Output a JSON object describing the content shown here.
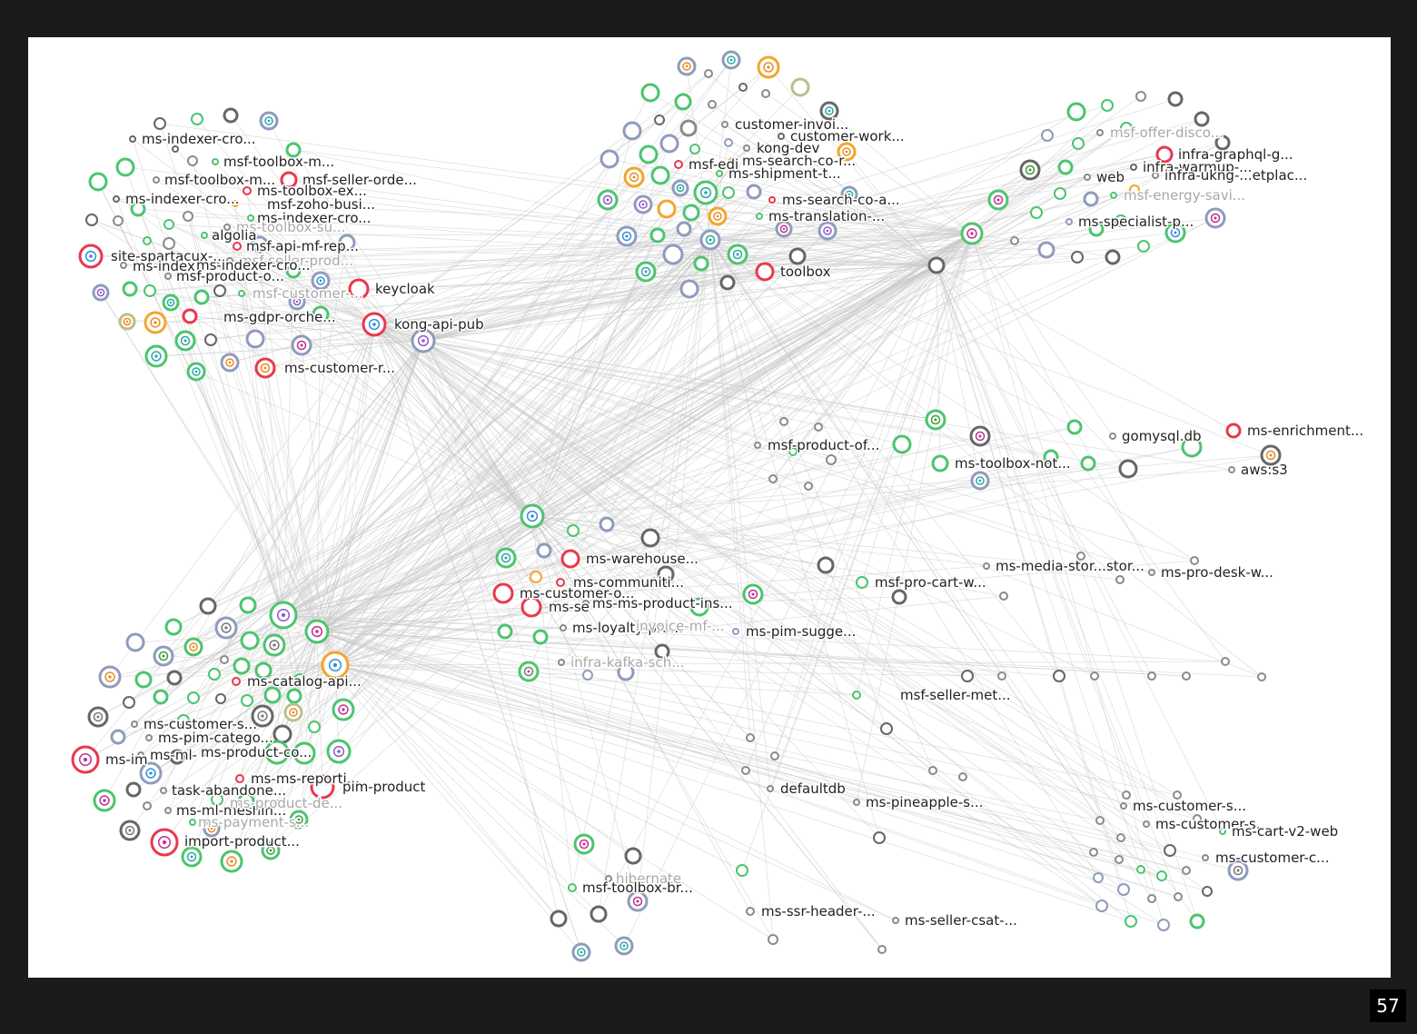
{
  "colors": {
    "background": "#1b1b1b",
    "canvas": "#ffffff",
    "edge": "#c9c9c9",
    "status": {
      "green": "#4cc46f",
      "red": "#e8384f",
      "orange": "#f4a52a",
      "gray": "#8a8a8a",
      "slate": "#8e9bbd",
      "dark": "#666666",
      "olive": "#b9c08a"
    },
    "icon": {
      "blue": "#2f8fd8",
      "teal": "#27a9a4",
      "purple": "#8d5bc6",
      "magenta": "#c0308e",
      "orange": "#ea8a1e",
      "green": "#3a9b3a",
      "gray": "#777777"
    }
  },
  "slide": {
    "number": "57"
  },
  "graph": {
    "nodes": [
      {
        "id": "n1",
        "label": "ms-indexer-cro...",
        "status": "dark"
      },
      {
        "id": "n2",
        "label": "msf-toolbox-m...",
        "status": "green"
      },
      {
        "id": "n3",
        "label": "msf-toolbox-m...",
        "status": "gray"
      },
      {
        "id": "n4",
        "label": "msf-seller-orde...",
        "status": "red"
      },
      {
        "id": "n5",
        "label": "ms-indexer-cro...",
        "status": "dark"
      },
      {
        "id": "n6",
        "label": "ms-toolbox-ex...",
        "status": "red"
      },
      {
        "id": "n7",
        "label": "msf-zoho-busi...",
        "status": "orange"
      },
      {
        "id": "n8",
        "label": "ms-indexer-cro...",
        "status": "green"
      },
      {
        "id": "n9",
        "label": "ms-toolbox-su...",
        "status": "gray",
        "faded": true
      },
      {
        "id": "n10",
        "label": "algolia",
        "status": "green"
      },
      {
        "id": "n11",
        "label": "msf-api-mf-rep...",
        "status": "red"
      },
      {
        "id": "n12",
        "label": "site-spartacux-...",
        "status": "red",
        "icon": "web-icon",
        "icon_color": "blue"
      },
      {
        "id": "n13",
        "label": "msf-seller-prod...",
        "status": "gray",
        "faded": true
      },
      {
        "id": "n14",
        "label": "ms-indexer-cro...",
        "status": "green"
      },
      {
        "id": "n15",
        "label": "ms-index",
        "status": "gray"
      },
      {
        "id": "n16",
        "label": "msf-product-o...",
        "status": "gray"
      },
      {
        "id": "n17",
        "label": "msf-customer-...",
        "status": "green",
        "faded": true
      },
      {
        "id": "n18",
        "label": "keycloak",
        "status": "red"
      },
      {
        "id": "n19",
        "label": "ms-gdpr-orche...",
        "status": "red"
      },
      {
        "id": "n20",
        "label": "kong-api-pub",
        "status": "red",
        "icon": "globe-icon",
        "icon_color": "blue"
      },
      {
        "id": "n21",
        "label": "",
        "status": "slate",
        "icon": "globe-icon",
        "icon_color": "purple"
      },
      {
        "id": "n22",
        "label": "ms-customer-r...",
        "status": "red",
        "icon": "service-icon",
        "icon_color": "orange"
      },
      {
        "id": "n23",
        "label": "customer-invoi...",
        "status": "gray"
      },
      {
        "id": "n24",
        "label": "customer-work...",
        "status": "dark"
      },
      {
        "id": "n25",
        "label": "kong-dev",
        "status": "gray"
      },
      {
        "id": "n26",
        "label": "msf-edi",
        "status": "red"
      },
      {
        "id": "n27",
        "label": "ms-search-co-r...",
        "status": "orange"
      },
      {
        "id": "n28",
        "label": "ms-shipment-t...",
        "status": "green"
      },
      {
        "id": "n29",
        "label": "ms-search-co-a...",
        "status": "red"
      },
      {
        "id": "n30",
        "label": "ms-translation-...",
        "status": "green"
      },
      {
        "id": "n31",
        "label": "toolbox",
        "status": "red"
      },
      {
        "id": "n32",
        "label": "msf-offer-disco...",
        "status": "gray",
        "faded": true
      },
      {
        "id": "n33",
        "label": "infra-graphql-g...",
        "status": "red"
      },
      {
        "id": "n34",
        "label": "infra-warmup-...",
        "status": "dark"
      },
      {
        "id": "n35",
        "label": "web",
        "status": "gray"
      },
      {
        "id": "n36",
        "label": "infra-ukng-...etplac...",
        "status": "gray"
      },
      {
        "id": "n37",
        "label": "msf-energy-savi...",
        "status": "green",
        "faded": true
      },
      {
        "id": "n38",
        "label": "ms-specialist-p...",
        "status": "slate"
      },
      {
        "id": "n39",
        "label": "msf-product-of...",
        "status": "gray"
      },
      {
        "id": "n40",
        "label": "gomysql.db",
        "status": "gray"
      },
      {
        "id": "n41",
        "label": "ms-enrichment...",
        "status": "red"
      },
      {
        "id": "n42",
        "label": "aws:s3",
        "status": "gray"
      },
      {
        "id": "n43",
        "label": "ms-toolbox-not...",
        "status": "green"
      },
      {
        "id": "n44",
        "label": "ms-warehouse...",
        "status": "red"
      },
      {
        "id": "n45",
        "label": "ms-communiti...",
        "status": "red"
      },
      {
        "id": "n46",
        "label": "ms-customer-o...",
        "status": "red"
      },
      {
        "id": "n47",
        "label": "ms-se",
        "status": "red"
      },
      {
        "id": "n48",
        "label": "ms-ms-product-ins...",
        "status": "gray"
      },
      {
        "id": "n49",
        "label": "ms-loyalty-pro...",
        "status": "gray"
      },
      {
        "id": "n50",
        "label": "invoice-mf-...",
        "status": "gray",
        "faded": true
      },
      {
        "id": "n51",
        "label": "ms-pim-sugge...",
        "status": "slate"
      },
      {
        "id": "n52",
        "label": "infra-kafka-sch...",
        "status": "gray",
        "faded": true
      },
      {
        "id": "n53",
        "label": "ms-media-stor...stor...",
        "status": "gray"
      },
      {
        "id": "n54",
        "label": "msf-pro-cart-w...",
        "status": "green"
      },
      {
        "id": "n55",
        "label": "ms-pro-desk-w...",
        "status": "gray"
      },
      {
        "id": "n56",
        "label": "msf-seller-met...",
        "status": "green"
      },
      {
        "id": "n57",
        "label": "defaultdb",
        "status": "gray"
      },
      {
        "id": "n58",
        "label": "ms-pineapple-s...",
        "status": "gray"
      },
      {
        "id": "n59",
        "label": "ms-catalog-api...",
        "status": "red"
      },
      {
        "id": "n60",
        "label": "ms-customer-s...",
        "status": "gray"
      },
      {
        "id": "n61",
        "label": "ms-pim-catego...",
        "status": "gray"
      },
      {
        "id": "n62",
        "label": "ms-ml-",
        "status": "gray"
      },
      {
        "id": "n63",
        "label": "ms-product-co...",
        "status": "gray"
      },
      {
        "id": "n64",
        "label": "ms-im",
        "status": "red",
        "icon": "gear-icon",
        "icon_color": "magenta"
      },
      {
        "id": "n65",
        "label": "ms-ms-reporti...",
        "status": "red"
      },
      {
        "id": "n66",
        "label": "pim-product",
        "status": "red"
      },
      {
        "id": "n67",
        "label": "task-abandone...",
        "status": "gray"
      },
      {
        "id": "n68",
        "label": "ms-ml-meshin...",
        "status": "gray"
      },
      {
        "id": "n69",
        "label": "ms-product-de...",
        "status": "gray",
        "faded": true
      },
      {
        "id": "n70",
        "label": "ms-payment-s...",
        "status": "green",
        "faded": true
      },
      {
        "id": "n71",
        "label": "import-product...",
        "status": "red",
        "icon": "gear-icon",
        "icon_color": "magenta"
      },
      {
        "id": "n72",
        "label": "hibernate",
        "status": "gray",
        "faded": true
      },
      {
        "id": "n73",
        "label": "msf-toolbox-br...",
        "status": "green"
      },
      {
        "id": "n74",
        "label": "ms-ssr-header-...",
        "status": "gray"
      },
      {
        "id": "n75",
        "label": "ms-seller-csat-...",
        "status": "gray"
      },
      {
        "id": "n76",
        "label": "ms-customer-s...",
        "status": "gray"
      },
      {
        "id": "n77",
        "label": "ms-customer-s...",
        "status": "gray"
      },
      {
        "id": "n78",
        "label": "ms-cart-v2-web",
        "status": "green"
      },
      {
        "id": "n79",
        "label": "ms-customer-c...",
        "status": "gray"
      }
    ]
  }
}
